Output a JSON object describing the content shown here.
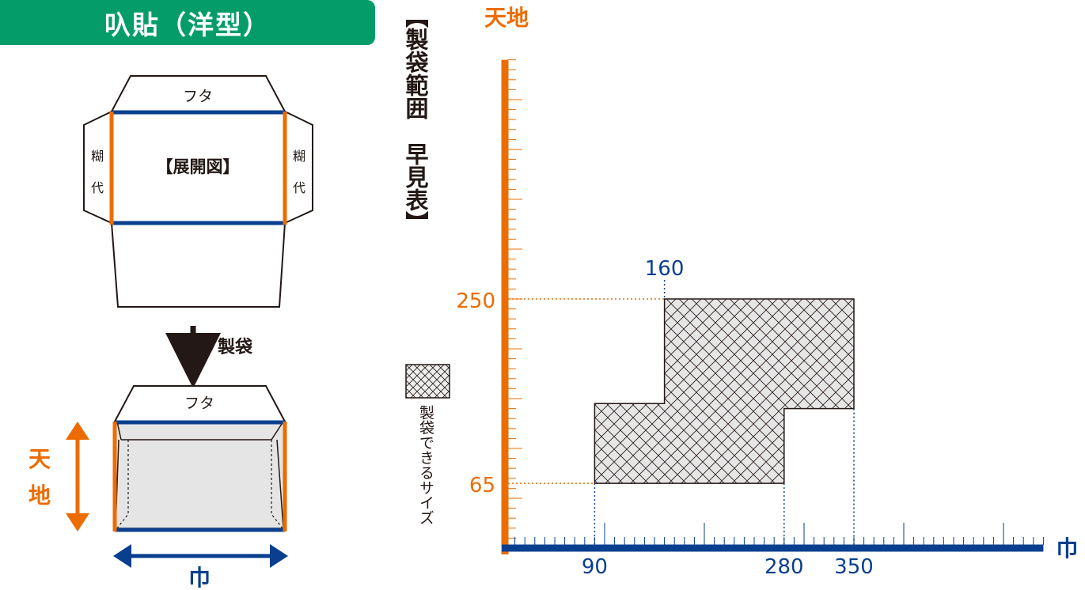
{
  "title": "叺貼（洋型）",
  "colors": {
    "green": "#049d6a",
    "orange": "#ec6c00",
    "blue": "#0a3f8f",
    "line": "#231815",
    "fill_gray": "#e5e5e5"
  },
  "flat": {
    "flap": "フタ",
    "glue_1": "糊",
    "glue_2": "代",
    "center": "【展開図】"
  },
  "process_label": "製袋",
  "assembled": {
    "flap": "フタ",
    "height_label_1": "天",
    "height_label_2": "地",
    "width_label": "巾"
  },
  "chart_heading_top": "【製袋範囲",
  "chart_heading_bottom": "早見表】",
  "legend_label": "製袋できるサイズ",
  "chart_data": {
    "type": "area",
    "title": "",
    "ylabel": "天地",
    "xlabel": "巾",
    "x_ticks": [
      "90",
      "280",
      "350"
    ],
    "y_ticks": [
      "65",
      "250"
    ],
    "annotation": "160",
    "region_outline": [
      [
        90,
        65
      ],
      [
        280,
        65
      ],
      [
        280,
        140
      ],
      [
        350,
        140
      ],
      [
        350,
        250
      ],
      [
        160,
        250
      ],
      [
        160,
        145
      ],
      [
        90,
        145
      ]
    ],
    "xlim": [
      0,
      540
    ],
    "ylim": [
      0,
      490
    ],
    "pattern": "crosshatch"
  }
}
